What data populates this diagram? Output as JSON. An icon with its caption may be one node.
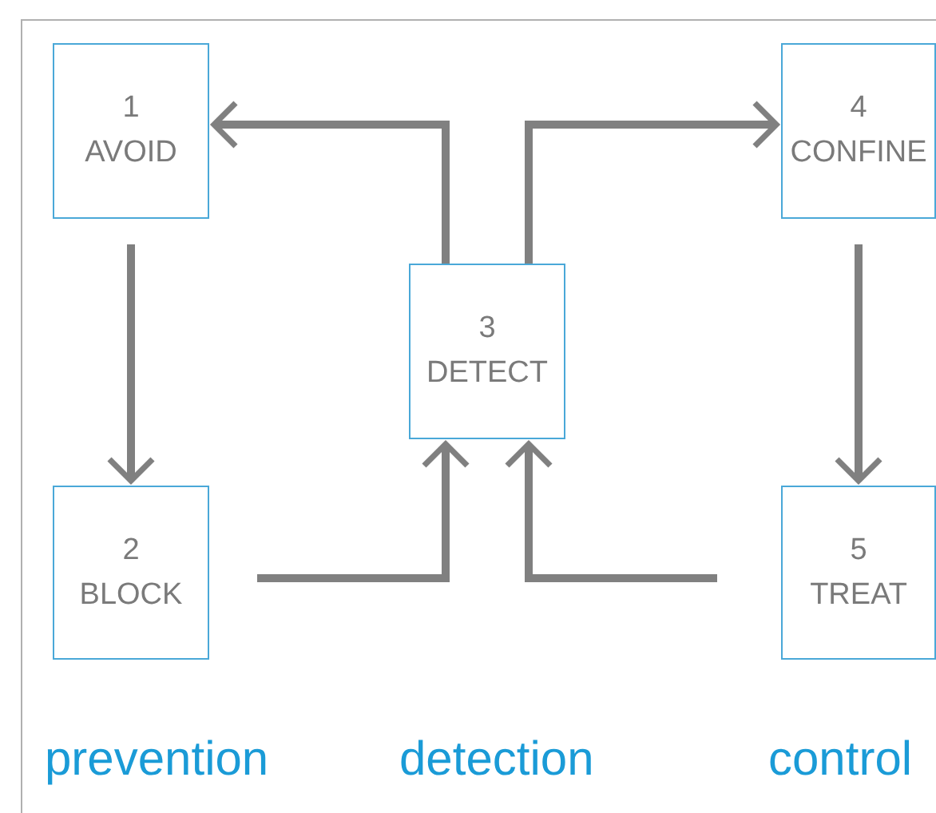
{
  "diagram": {
    "nodes": [
      {
        "text": [
          "1",
          "AVOID"
        ]
      },
      {
        "text": [
          "2",
          "BLOCK"
        ]
      },
      {
        "text": [
          "3",
          "DETECT"
        ]
      },
      {
        "text": [
          "4",
          "CONFINE"
        ]
      },
      {
        "text": [
          "5",
          "TREAT"
        ]
      }
    ],
    "edges": [
      {
        "from": 2,
        "to": 0,
        "arrow": "to"
      },
      {
        "from": 2,
        "to": 3,
        "arrow": "to"
      },
      {
        "from": 0,
        "to": 1,
        "arrow": "to"
      },
      {
        "from": 3,
        "to": 4,
        "arrow": "to"
      },
      {
        "from": 1,
        "to": 2,
        "arrow": "to"
      },
      {
        "from": 4,
        "to": 2,
        "arrow": "to"
      }
    ],
    "labels": [
      "prevention",
      "detection",
      "control"
    ]
  }
}
